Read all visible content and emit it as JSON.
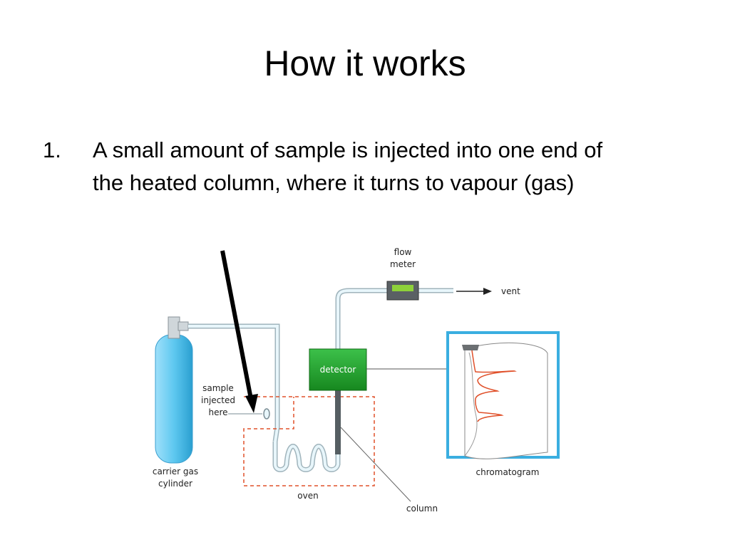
{
  "slide": {
    "title": "How it works",
    "bullet_number": "1.",
    "bullet_text": "A small amount of sample is injected into one end of the heated column, where it turns to vapour (gas)"
  },
  "diagram": {
    "labels": {
      "flow_meter": [
        "flow",
        "meter"
      ],
      "vent": "vent",
      "detector": "detector",
      "sample": [
        "sample",
        "injected",
        "here"
      ],
      "carrier": [
        "carrier gas",
        "cylinder"
      ],
      "oven": "oven",
      "column": "column",
      "chromatogram": "chromatogram"
    },
    "colors": {
      "cylinder": "#5ec8f0",
      "detector": "#1a9a2a",
      "oven_border": "#e0502a",
      "trace": "#e0502a",
      "screen_frame": "#3aaee0",
      "pointer_arrow": "#000000"
    }
  }
}
